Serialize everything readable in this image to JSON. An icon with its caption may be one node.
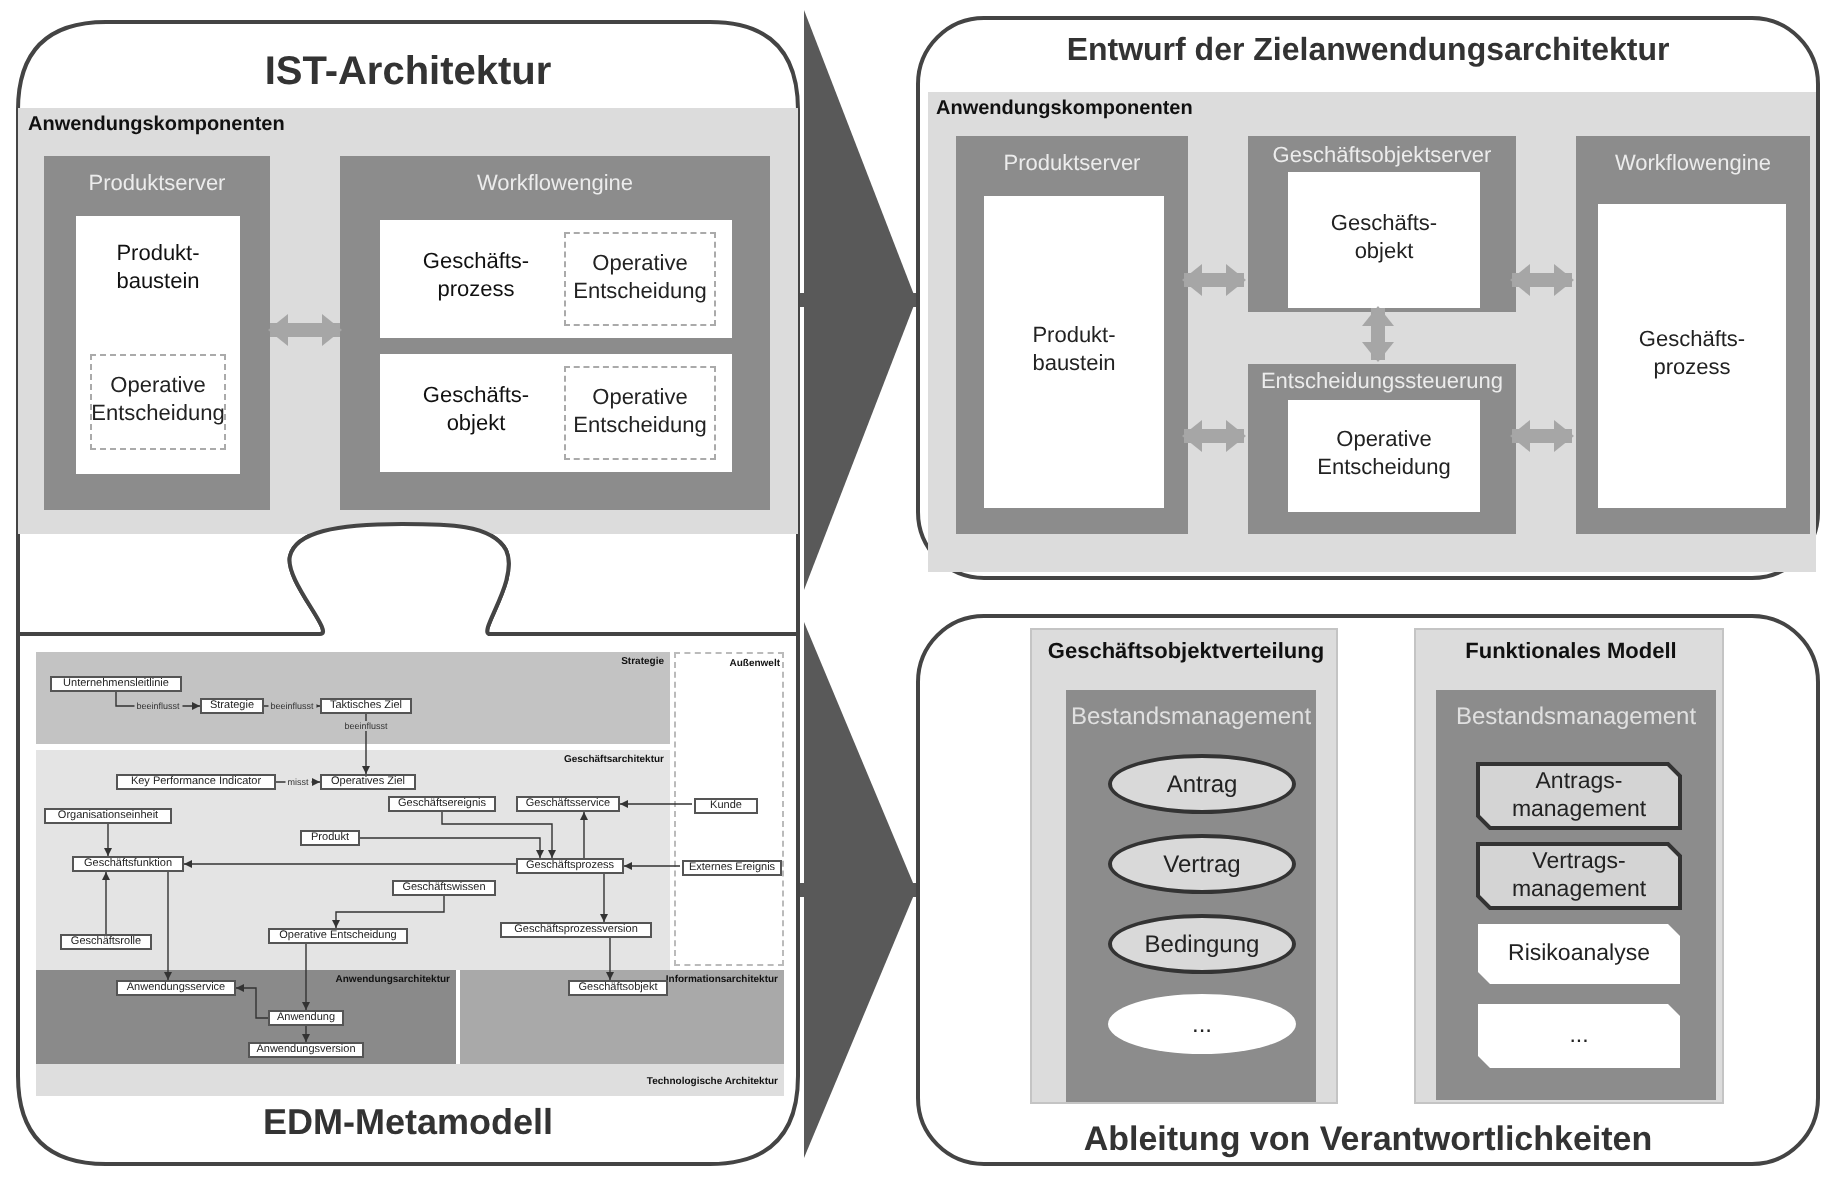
{
  "diagram": {
    "nodes": [
      {
        "text": [
          "IST-Architektur"
        ]
      },
      {
        "text": [
          "Anwendungskomponenten"
        ],
        "in": 0
      },
      {
        "text": [
          "Produktserver"
        ],
        "in": 1
      },
      {
        "text": [
          "Produkt- baustein"
        ],
        "in": 2
      },
      {
        "text": [
          "Operative Entscheidung"
        ],
        "in": 3
      },
      {
        "text": [
          "Workflowengine"
        ],
        "in": 1
      },
      {
        "text": [
          "Geschäfts- prozess"
        ],
        "in": 5
      },
      {
        "text": [
          "Operative Entscheidung"
        ],
        "in": 6
      },
      {
        "text": [
          "Geschäfts- objekt"
        ],
        "in": 5
      },
      {
        "text": [
          "Operative Entscheidung"
        ],
        "in": 8
      },
      {
        "text": [
          "EDM-Metamodell"
        ]
      },
      {
        "text": [
          "Strategie"
        ],
        "in": 10
      },
      {
        "text": [
          "Unternehmensleitlinie"
        ],
        "in": 11
      },
      {
        "text": [
          "Strategie"
        ],
        "in": 11
      },
      {
        "text": [
          "Taktisches Ziel"
        ],
        "in": 11
      },
      {
        "text": [
          "Außenwelt"
        ],
        "in": 10
      },
      {
        "text": [
          "Geschäftsarchitektur"
        ],
        "in": 10
      },
      {
        "text": [
          "Key Performance Indicator"
        ],
        "in": 16
      },
      {
        "text": [
          "Operatives Ziel"
        ],
        "in": 16
      },
      {
        "text": [
          "Organisationseinheit"
        ],
        "in": 16
      },
      {
        "text": [
          "Produkt"
        ],
        "in": 16
      },
      {
        "text": [
          "Geschäftsereignis"
        ],
        "in": 16
      },
      {
        "text": [
          "Geschäftsservice"
        ],
        "in": 16
      },
      {
        "text": [
          "Geschäftsfunktion"
        ],
        "in": 16
      },
      {
        "text": [
          "Geschäftswissen"
        ],
        "in": 16
      },
      {
        "text": [
          "Geschäftsprozess"
        ],
        "in": 16
      },
      {
        "text": [
          "Geschäftsrolle"
        ],
        "in": 16
      },
      {
        "text": [
          "Operative Entscheidung"
        ],
        "in": 16
      },
      {
        "text": [
          "Geschäftsprozessversion"
        ],
        "in": 16
      },
      {
        "text": [
          "Kunde"
        ],
        "in": 15
      },
      {
        "text": [
          "Externes Ereignis"
        ],
        "in": 15
      },
      {
        "text": [
          "Anwendungsarchitektur"
        ],
        "in": 10
      },
      {
        "text": [
          "Anwendungsservice"
        ],
        "in": 31
      },
      {
        "text": [
          "Anwendung"
        ],
        "in": 31
      },
      {
        "text": [
          "Anwendungsversion"
        ],
        "in": 31
      },
      {
        "text": [
          "Informationsarchitektur"
        ],
        "in": 10
      },
      {
        "text": [
          "Geschäftsobjekt"
        ],
        "in": 35
      },
      {
        "text": [
          "Technologische Architektur"
        ],
        "in": 10
      },
      {
        "text": [
          "Entwurf der Zielanwendungsarchitektur"
        ]
      },
      {
        "text": [
          "Anwendungskomponenten"
        ],
        "in": 38
      },
      {
        "text": [
          "Produktserver"
        ],
        "in": 39
      },
      {
        "text": [
          "Produkt- baustein"
        ],
        "in": 40
      },
      {
        "text": [
          "Geschäftsobjektserver"
        ],
        "in": 39
      },
      {
        "text": [
          "Geschäfts- objekt"
        ],
        "in": 42
      },
      {
        "text": [
          "Entscheidungssteuerung"
        ],
        "in": 39
      },
      {
        "text": [
          "Operative Entscheidung"
        ],
        "in": 44
      },
      {
        "text": [
          "Workflowengine"
        ],
        "in": 39
      },
      {
        "text": [
          "Geschäfts- prozess"
        ],
        "in": 46
      },
      {
        "text": [
          "Ableitung von Verantwortlichkeiten"
        ]
      },
      {
        "text": [
          "Geschäftsobjektverteilung"
        ],
        "in": 48
      },
      {
        "text": [
          "Bestandsmanagement"
        ],
        "in": 49
      },
      {
        "text": [
          "Antrag"
        ],
        "in": 50
      },
      {
        "text": [
          "Vertrag"
        ],
        "in": 50
      },
      {
        "text": [
          "Bedingung"
        ],
        "in": 50
      },
      {
        "text": [
          "..."
        ],
        "in": 50
      },
      {
        "text": [
          "Funktionales Modell"
        ],
        "in": 48
      },
      {
        "text": [
          "Bestandsmanagement"
        ],
        "in": 55
      },
      {
        "text": [
          "Antrags- management"
        ],
        "in": 56
      },
      {
        "text": [
          "Vertrags- management"
        ],
        "in": 56
      },
      {
        "text": [
          "Risikoanalyse"
        ],
        "in": 56
      },
      {
        "text": [
          "..."
        ],
        "in": 56
      }
    ],
    "edges": [
      {
        "from": 0,
        "to": 38,
        "arrow": "to",
        "style": "thick",
        "color": "#595959"
      },
      {
        "from": 10,
        "to": 48,
        "arrow": "to",
        "style": "thick",
        "color": "#595959"
      },
      {
        "from": 2,
        "to": 5,
        "arrow": "both",
        "style": "thick",
        "color": "#a6a6a6"
      },
      {
        "from": 40,
        "to": 42,
        "arrow": "both",
        "style": "thick",
        "color": "#a6a6a6"
      },
      {
        "from": 40,
        "to": 44,
        "arrow": "both",
        "style": "thick",
        "color": "#a6a6a6"
      },
      {
        "from": 42,
        "to": 46,
        "arrow": "both",
        "style": "thick",
        "color": "#a6a6a6"
      },
      {
        "from": 44,
        "to": 46,
        "arrow": "both",
        "style": "thick",
        "color": "#a6a6a6"
      },
      {
        "from": 42,
        "to": 44,
        "arrow": "both",
        "style": "thick",
        "color": "#a6a6a6"
      },
      {
        "from": 12,
        "to": 13,
        "arrow": "to",
        "label": "beeinflusst"
      },
      {
        "from": 13,
        "to": 14,
        "arrow": "to",
        "label": "beeinflusst"
      },
      {
        "from": 14,
        "to": 18,
        "arrow": "to",
        "label": "beeinflusst"
      },
      {
        "from": 17,
        "to": 18,
        "arrow": "to",
        "label": "misst"
      },
      {
        "from": 19,
        "to": 23,
        "arrow": "to"
      },
      {
        "from": 26,
        "to": 23,
        "arrow": "to"
      },
      {
        "from": 29,
        "to": 22,
        "arrow": "to"
      },
      {
        "from": 30,
        "to": 25,
        "arrow": "to"
      },
      {
        "from": 25,
        "to": 22,
        "arrow": "to"
      },
      {
        "from": 25,
        "to": 28,
        "arrow": "to"
      },
      {
        "from": 24,
        "to": 27,
        "arrow": "to"
      },
      {
        "from": 25,
        "to": 23,
        "arrow": "to"
      },
      {
        "from": 27,
        "to": 33,
        "arrow": "to"
      },
      {
        "from": 33,
        "to": 34,
        "arrow": "to"
      },
      {
        "from": 33,
        "to": 32,
        "arrow": "to"
      },
      {
        "from": 28,
        "to": 36,
        "arrow": "to"
      },
      {
        "from": 23,
        "to": 32,
        "arrow": "to"
      },
      {
        "from": 20,
        "to": 25,
        "arrow": "to"
      },
      {
        "from": 21,
        "to": 25,
        "arrow": "to"
      }
    ]
  }
}
